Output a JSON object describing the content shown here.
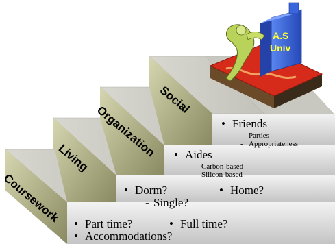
{
  "steps": {
    "coursework": {
      "title": "Coursework",
      "items": [
        "Part time?",
        "Full time?",
        "Accommodations?"
      ]
    },
    "living": {
      "title": "Living",
      "items": [
        "Dorm?",
        "Home?"
      ],
      "subitems": [
        "Single?"
      ]
    },
    "organization": {
      "title": "Organization",
      "items": [
        "Aides"
      ],
      "subitems": [
        "Carbon-based",
        "Silicon-based"
      ]
    },
    "social": {
      "title": "Social",
      "items": [
        "Friends"
      ],
      "subitems": [
        "Parties",
        "Appropriateness"
      ]
    }
  },
  "illustration": {
    "building_label_line1": "A.S",
    "building_label_line2": "Univ"
  },
  "colors": {
    "tread": "#cbcbc3",
    "riser_light": "#eeeeee",
    "riser_dark": "#c6c6c6",
    "side_light": "#d0d0aa",
    "side_dark": "#8e8e66",
    "building_blue": "#3a66dd",
    "map_red": "#d62a1a",
    "figure_green": "#b9d25a"
  }
}
